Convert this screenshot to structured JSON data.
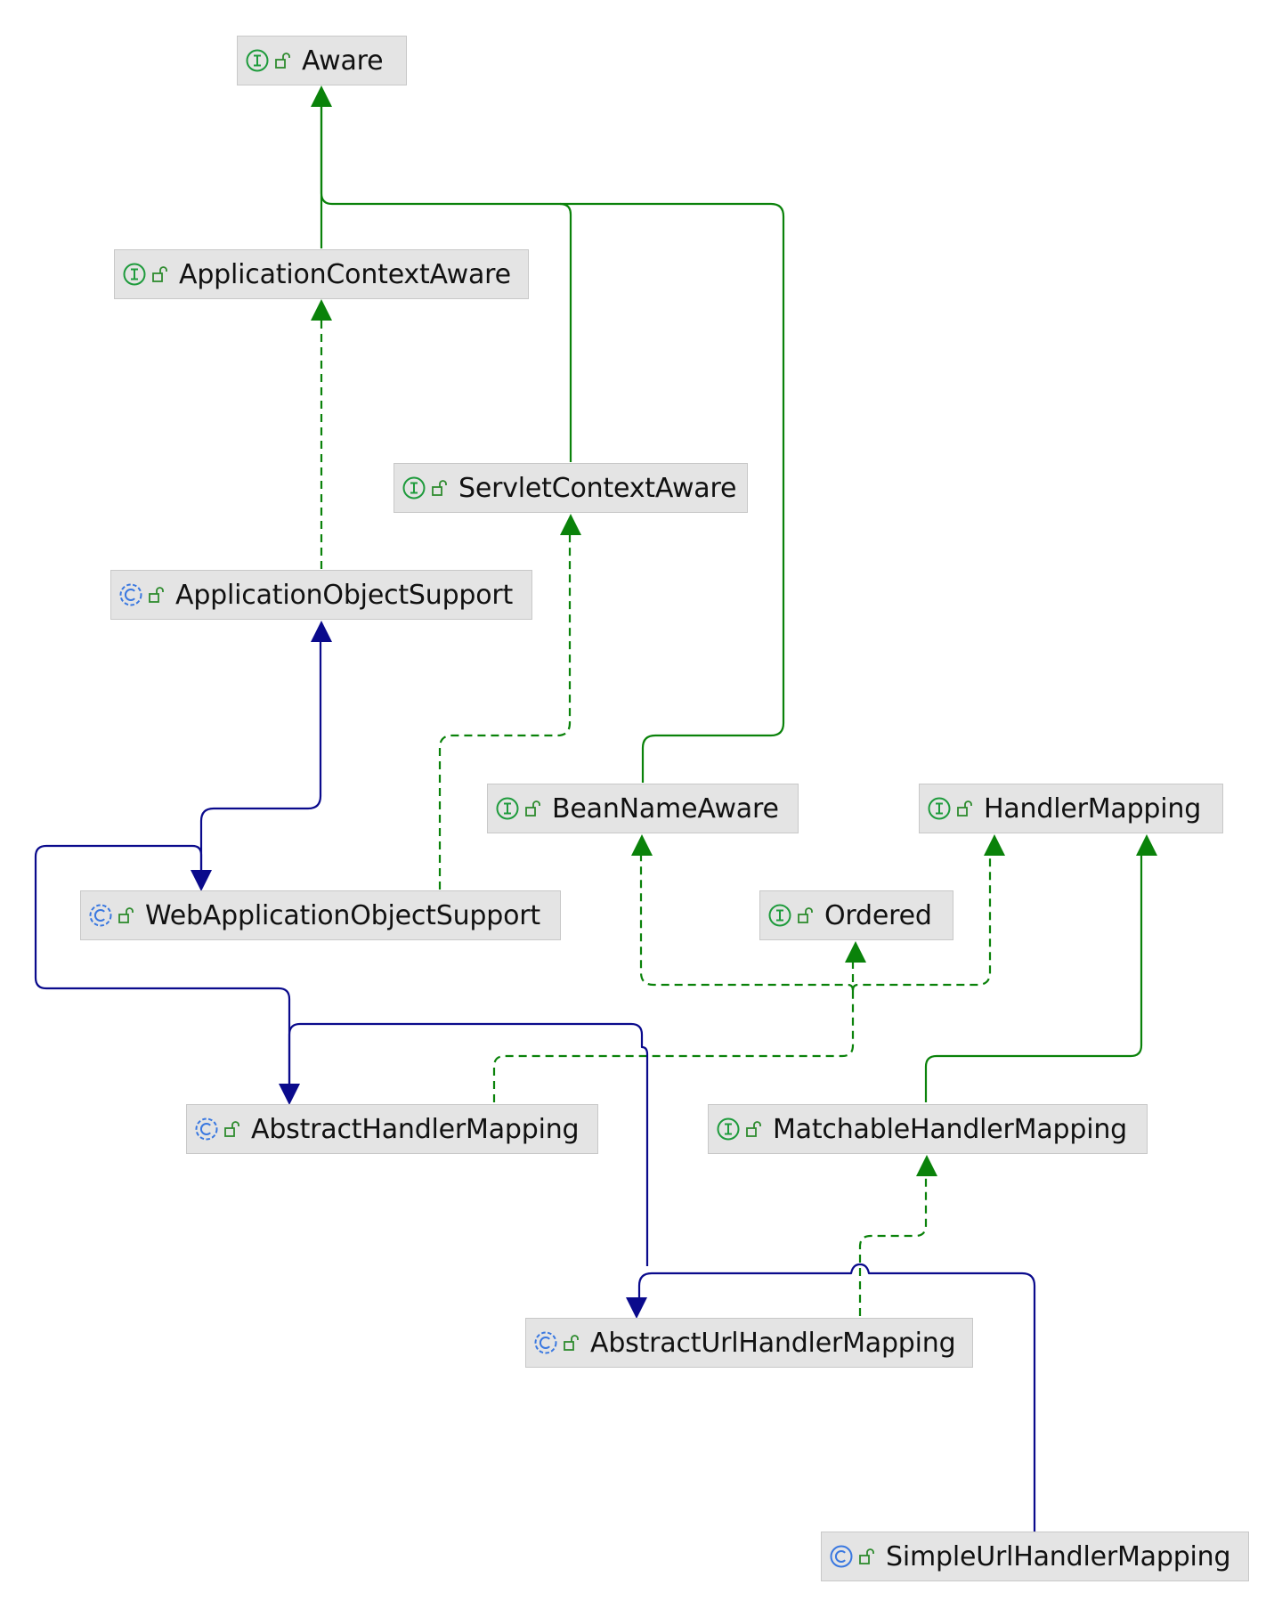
{
  "colors": {
    "interface_edge": "#0a820a",
    "class_edge": "#0a0a8c",
    "node_fill": "#e4e4e4",
    "node_border": "#c8c8c8"
  },
  "nodes": [
    {
      "id": "aware",
      "label": "Aware",
      "kind": "interface"
    },
    {
      "id": "application-context-aware",
      "label": "ApplicationContextAware",
      "kind": "interface"
    },
    {
      "id": "servlet-context-aware",
      "label": "ServletContextAware",
      "kind": "interface"
    },
    {
      "id": "application-object-support",
      "label": "ApplicationObjectSupport",
      "kind": "abstract-class"
    },
    {
      "id": "bean-name-aware",
      "label": "BeanNameAware",
      "kind": "interface"
    },
    {
      "id": "handler-mapping",
      "label": "HandlerMapping",
      "kind": "interface"
    },
    {
      "id": "web-application-object-support",
      "label": "WebApplicationObjectSupport",
      "kind": "abstract-class"
    },
    {
      "id": "ordered",
      "label": "Ordered",
      "kind": "interface"
    },
    {
      "id": "abstract-handler-mapping",
      "label": "AbstractHandlerMapping",
      "kind": "abstract-class"
    },
    {
      "id": "matchable-handler-mapping",
      "label": "MatchableHandlerMapping",
      "kind": "interface"
    },
    {
      "id": "abstract-url-handler-mapping",
      "label": "AbstractUrlHandlerMapping",
      "kind": "abstract-class"
    },
    {
      "id": "simple-url-handler-mapping",
      "label": "SimpleUrlHandlerMapping",
      "kind": "class"
    }
  ],
  "edges": [
    {
      "from": "application-context-aware",
      "to": "aware",
      "relation": "extends-interface"
    },
    {
      "from": "servlet-context-aware",
      "to": "aware",
      "relation": "extends-interface"
    },
    {
      "from": "bean-name-aware",
      "to": "aware",
      "relation": "extends-interface"
    },
    {
      "from": "application-object-support",
      "to": "application-context-aware",
      "relation": "implements"
    },
    {
      "from": "web-application-object-support",
      "to": "application-object-support",
      "relation": "extends"
    },
    {
      "from": "web-application-object-support",
      "to": "servlet-context-aware",
      "relation": "implements"
    },
    {
      "from": "abstract-handler-mapping",
      "to": "web-application-object-support",
      "relation": "extends"
    },
    {
      "from": "abstract-handler-mapping",
      "to": "ordered",
      "relation": "implements"
    },
    {
      "from": "abstract-handler-mapping",
      "to": "handler-mapping",
      "relation": "implements"
    },
    {
      "from": "abstract-handler-mapping",
      "to": "bean-name-aware",
      "relation": "implements"
    },
    {
      "from": "matchable-handler-mapping",
      "to": "handler-mapping",
      "relation": "extends-interface"
    },
    {
      "from": "abstract-url-handler-mapping",
      "to": "abstract-handler-mapping",
      "relation": "extends"
    },
    {
      "from": "abstract-url-handler-mapping",
      "to": "matchable-handler-mapping",
      "relation": "implements"
    },
    {
      "from": "simple-url-handler-mapping",
      "to": "abstract-url-handler-mapping",
      "relation": "extends"
    }
  ]
}
